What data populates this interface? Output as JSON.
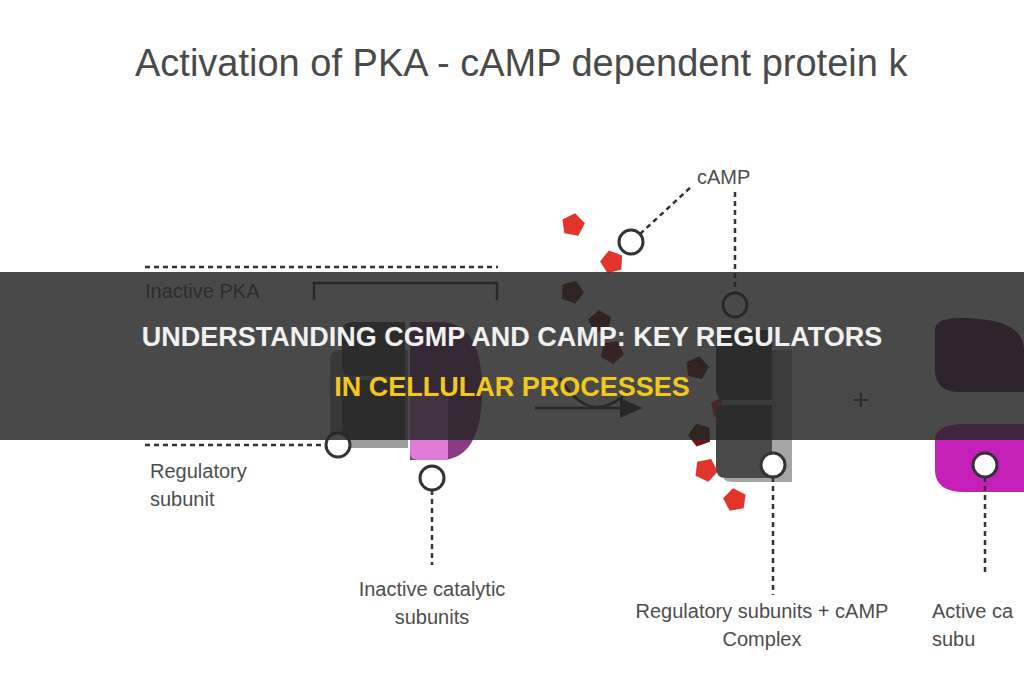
{
  "diagram": {
    "title": "Activation of PKA - cAMP dependent protein k",
    "caption": "UNDERSTANDING CGMP AND CAMP: KEY REGULATORS IN CELLULAR PROCESSES",
    "labels": [
      "Inactive PKA",
      "Regulatory subunit",
      "Inactive catalytic subunits",
      "cAMP",
      "Regulatory subunits + cAMP Complex",
      "+",
      "Active ca subu"
    ]
  }
}
